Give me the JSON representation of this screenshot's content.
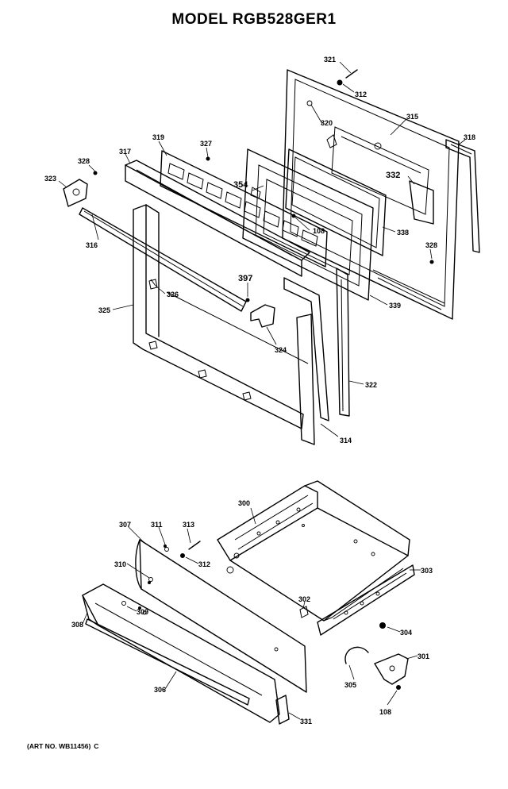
{
  "title": "MODEL RGB528GER1",
  "art_number": {
    "prefix": "(ART NO. WB11456)",
    "suffix": "C"
  },
  "part_labels": {
    "p321": "321",
    "p312a": "312",
    "p315": "315",
    "p320": "320",
    "p318": "318",
    "p319": "319",
    "p327": "327",
    "p317": "317",
    "p328a": "328",
    "p323": "323",
    "p354": "354",
    "p332": "332",
    "p108a": "108",
    "p338": "338",
    "p316": "316",
    "p328b": "328",
    "p397": "397",
    "p326": "326",
    "p325": "325",
    "p339": "339",
    "p324": "324",
    "p322": "322",
    "p314": "314",
    "p300": "300",
    "p307": "307",
    "p311": "311",
    "p313": "313",
    "p312b": "312",
    "p310": "310",
    "p303": "303",
    "p309": "309",
    "p302": "302",
    "p308a": "308",
    "p304": "304",
    "p301": "301",
    "p305": "305",
    "p306": "306",
    "p108b": "108",
    "p331": "331"
  }
}
